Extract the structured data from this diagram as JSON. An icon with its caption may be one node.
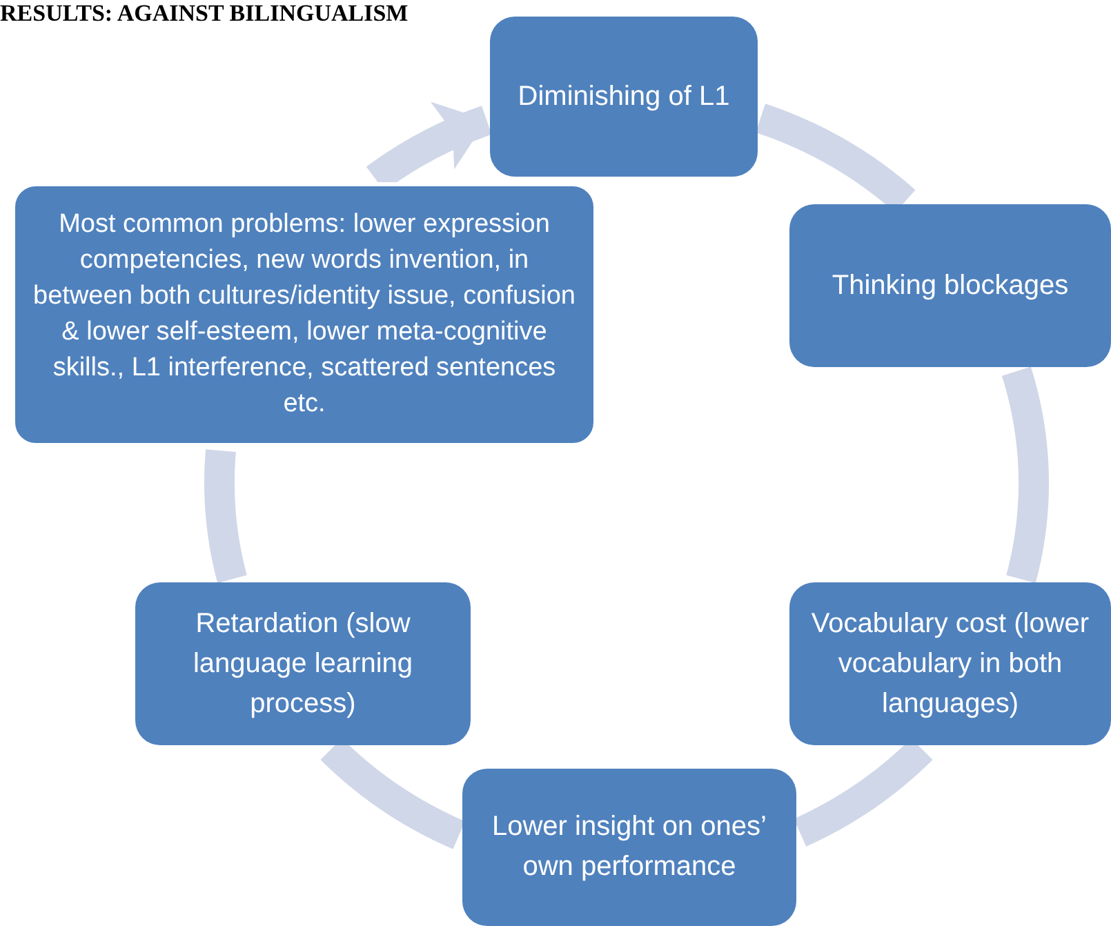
{
  "diagram": {
    "title": "RESULTS: AGAINST BILINGUALISM",
    "nodes": [
      {
        "text": [
          "Diminishing of L1"
        ]
      },
      {
        "text": [
          "Thinking blockages"
        ]
      },
      {
        "text": [
          "Vocabulary cost (lower vocabulary in both languages)"
        ]
      },
      {
        "text": [
          "Lower insight on ones’ own performance"
        ]
      },
      {
        "text": [
          "Retardation (slow language learning process)"
        ]
      },
      {
        "text": [
          "Most common problems: lower expression competencies, new words invention, in between both cultures/identity issue, confusion & lower self-esteem, lower meta-cognitive skills., L1 interference, scattered sentences etc."
        ]
      }
    ],
    "edges": [
      {
        "from": 0,
        "to": 1,
        "arrow": "none"
      },
      {
        "from": 1,
        "to": 2,
        "arrow": "none"
      },
      {
        "from": 2,
        "to": 3,
        "arrow": "none"
      },
      {
        "from": 3,
        "to": 4,
        "arrow": "none"
      },
      {
        "from": 4,
        "to": 5,
        "arrow": "none"
      },
      {
        "from": 5,
        "to": 0,
        "arrow": "to"
      }
    ]
  }
}
